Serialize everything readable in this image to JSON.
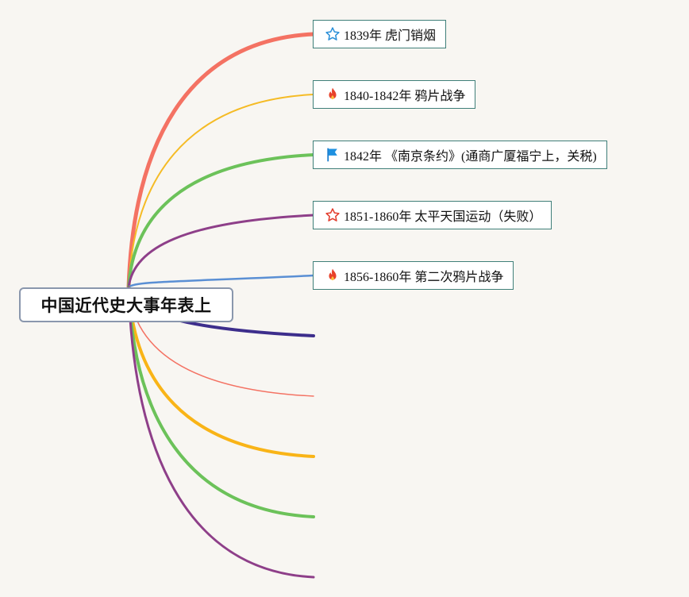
{
  "root": {
    "title": "中国近代史大事年表上"
  },
  "nodes": [
    {
      "label": "1839年 虎门销烟",
      "icon": "star-outline-blue-icon",
      "branch_color": "#f47263"
    },
    {
      "label": "1840-1842年 鸦片战争",
      "icon": "fire-icon",
      "branch_color": "#f5bb25"
    },
    {
      "label": "1842年 《南京条约》(通商广厦福宁上，关税)",
      "icon": "flag-icon",
      "branch_color": "#6cc25a"
    },
    {
      "label": "1851-1860年 太平天国运动（失败）",
      "icon": "star-outline-red-icon",
      "branch_color": "#8e3f89"
    },
    {
      "label": "1856-1860年 第二次鸦片战争",
      "icon": "fire-icon",
      "branch_color": "#5a8fd4"
    }
  ],
  "empty_branches": [
    {
      "branch_color": "#3d2e8c"
    },
    {
      "branch_color": "#f47263"
    },
    {
      "branch_color": "#f9b417"
    },
    {
      "branch_color": "#6cc25a"
    },
    {
      "branch_color": "#8e3f89"
    }
  ]
}
